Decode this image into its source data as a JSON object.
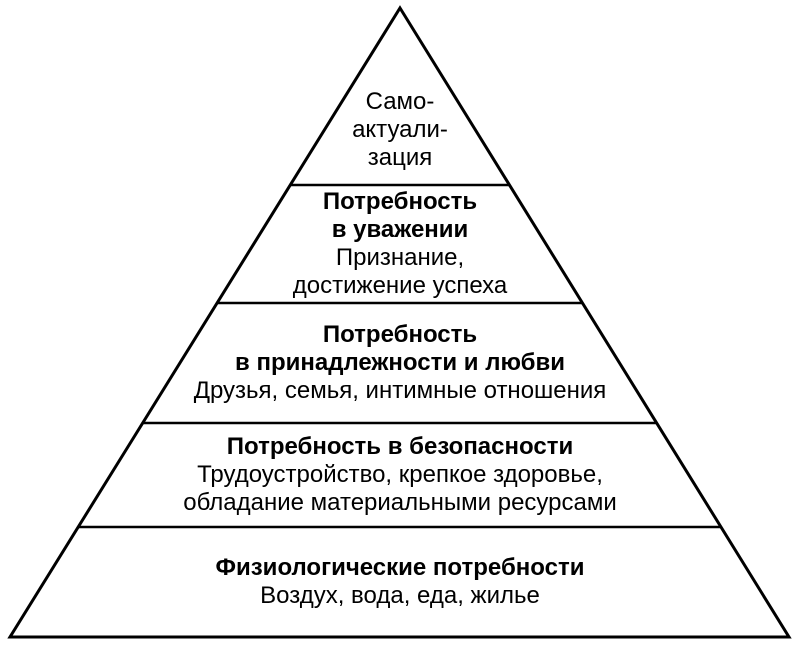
{
  "diagram": {
    "type": "pyramid",
    "levels": [
      {
        "id": "self-actualization",
        "title": "",
        "description": "Само-\nактуали-\nзация"
      },
      {
        "id": "esteem",
        "title": "Потребность\nв уважении",
        "description": "Признание,\nдостижение успеха"
      },
      {
        "id": "love-belonging",
        "title": "Потребность\nв принадлежности и любви",
        "description": "Друзья, семья, интимные отношения"
      },
      {
        "id": "safety",
        "title": "Потребность в безопасности",
        "description": "Трудоустройство, крепкое здоровье,\nобладание материальными ресурсами"
      },
      {
        "id": "physiological",
        "title": "Физиологические потребности",
        "description": "Воздух, вода, еда, жилье"
      }
    ],
    "colors": {
      "line": "#000000",
      "text": "#000000",
      "background": "#ffffff"
    }
  }
}
